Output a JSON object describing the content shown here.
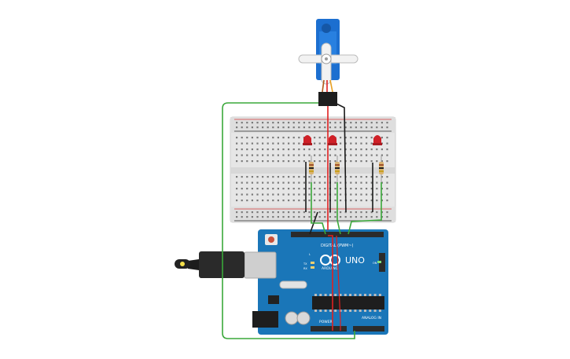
{
  "board": {
    "label_uno": "UNO",
    "label_arduino": "ARDUINO",
    "label_digital": "DIGITAL (PWM~)",
    "label_power": "POWER",
    "label_analog": "ANALOG IN",
    "label_tx": "TX",
    "label_rx": "RX",
    "label_on": "ON",
    "label_l": "L",
    "color_board": "#1a76b8",
    "color_headers": "#2b2b2b"
  },
  "breadboard": {
    "color_body": "#e6e6e6",
    "color_rail_plus": "#d63b3b",
    "color_rail_minus": "#2b2b2b"
  },
  "leds": {
    "color": "#cf2027",
    "count": 3
  },
  "wires": {
    "colors": {
      "power": "#e02020",
      "ground": "#1a1a1a",
      "signal": "#3aa83a"
    }
  },
  "servo": {
    "color_body": "#1c6fd0",
    "color_horn": "#f2f2f2"
  }
}
